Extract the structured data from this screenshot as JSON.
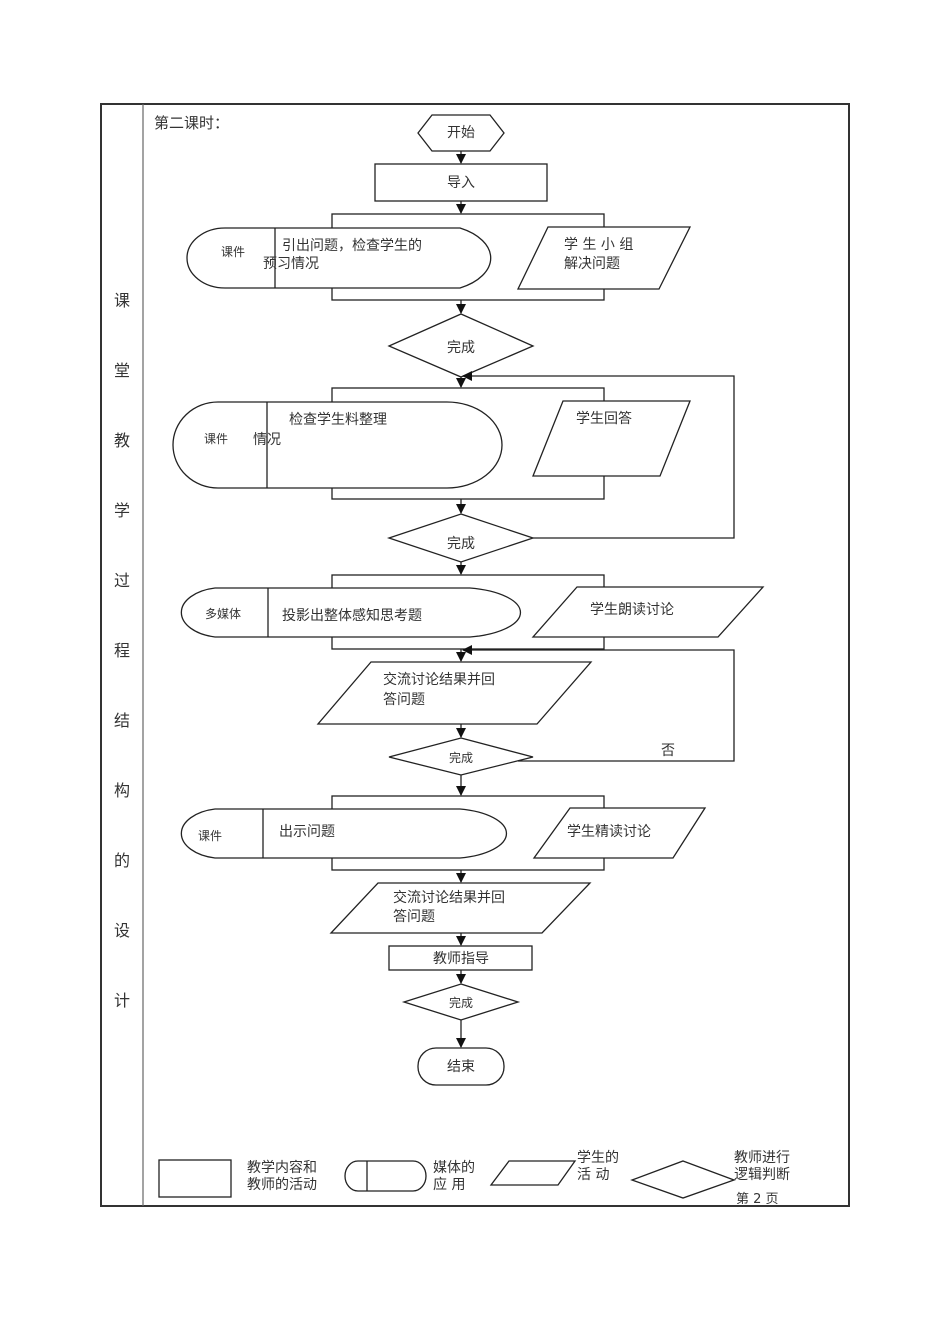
{
  "section_label_chars": [
    "课",
    "堂",
    "教",
    "学",
    "过",
    "程",
    "结",
    "构",
    "的",
    "设",
    "计"
  ],
  "lesson_title": "第二课时：",
  "flow": {
    "start": "开始",
    "intro": "导入",
    "step1": {
      "media": "课件",
      "teacher_line1": "引出问题，检查学生的",
      "teacher_line2": "预习情况",
      "student_line1": "学 生 小 组",
      "student_line2": "解决问题"
    },
    "decision1": "完成",
    "step2": {
      "media": "课件",
      "teacher_line1": "检查学生料整理",
      "teacher_line2": "情况",
      "student": "学生回答"
    },
    "decision2": "完成",
    "step3": {
      "media": "多媒体",
      "teacher": "投影出整体感知思考题",
      "student": "学生朗读讨论"
    },
    "exchange1_line1": "交流讨论结果并回",
    "exchange1_line2": "答问题",
    "decision3": "完成",
    "no_label": "否",
    "step4": {
      "media": "课件",
      "teacher": "出示问题",
      "student": "学生精读讨论"
    },
    "exchange2_line1": "交流讨论结果并回",
    "exchange2_line2": "答问题",
    "guide": "教师指导",
    "decision4": "完成",
    "end": "结束"
  },
  "legend": {
    "rect_line1": "教学内容和",
    "rect_line2": "教师的活动",
    "media_line1": "媒体的",
    "media_line2": "应 用",
    "student_line1": "学生的",
    "student_line2": "活 动",
    "decision_line1": "教师进行",
    "decision_line2": "逻辑判断"
  },
  "page_footer": "第 2 页"
}
